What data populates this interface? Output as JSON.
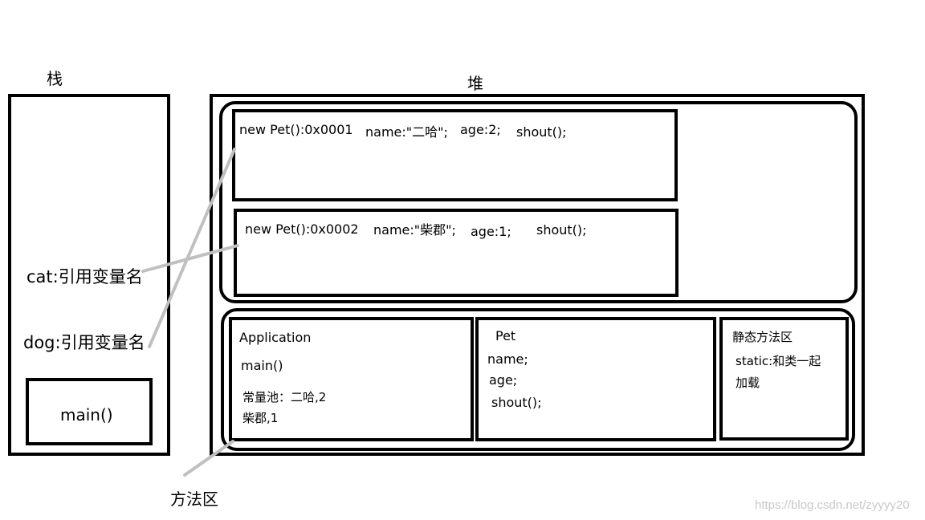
{
  "stack": {
    "title": "栈",
    "cat_label": "cat:引用变量名",
    "dog_label": "dog:引用变量名",
    "main_label": "main()"
  },
  "heap": {
    "title": "堆",
    "objects": [
      {
        "addr": "new Pet():0x0001",
        "name": "name:\"二哈\";",
        "age": "age:2;",
        "shout": "shout();"
      },
      {
        "addr": "new Pet():0x0002",
        "name": "name:\"柴郡\";",
        "age": "age:1;",
        "shout": "shout();"
      }
    ]
  },
  "method_area": {
    "label": "方法区",
    "application": {
      "title": "Application",
      "main": "main()",
      "pool_line1": "常量池：二哈,2",
      "pool_line2": "柴郡,1"
    },
    "pet": {
      "title": "Pet",
      "name": "name;",
      "age": "age;",
      "shout": "shout();"
    },
    "static_area": {
      "title": "静态方法区",
      "line1": "static:和类一起",
      "line2": "加载"
    }
  },
  "watermark": "https://blog.csdn.net/zyyyy20",
  "colors": {
    "border": "#000000",
    "pointer": "#c0c0c0",
    "watermark": "#c9c9c9"
  }
}
